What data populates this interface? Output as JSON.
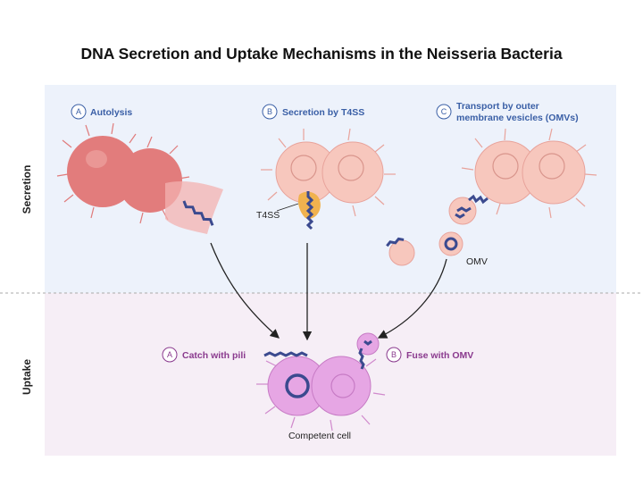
{
  "title": "DNA Secretion and Uptake Mechanisms in the Neisseria Bacteria",
  "sections": {
    "secretion": "Secretion",
    "uptake": "Uptake"
  },
  "secretion_items": [
    {
      "badge": "A",
      "label": "Autolysis"
    },
    {
      "badge": "B",
      "label": "Secretion by T4SS"
    },
    {
      "badge": "C",
      "label_line1": "Transport by outer",
      "label_line2": "membrane vesicles (OMVs)"
    }
  ],
  "uptake_items": [
    {
      "badge": "A",
      "label": "Catch with pili"
    },
    {
      "badge": "B",
      "label": "Fuse with OMV"
    }
  ],
  "annotations": {
    "t4ss": "T4SS",
    "omv": "OMV",
    "competent_cell": "Competent cell"
  },
  "colors": {
    "secretion_panel": "#edf2fb",
    "uptake_panel": "#f6eef6",
    "blue_label": "#3a5fa6",
    "purple_label": "#8a3a8e",
    "autolysis_cell": "#e27c7c",
    "secretion_cell": "#f7c7bd",
    "competent_cell": "#e6a6e4"
  }
}
